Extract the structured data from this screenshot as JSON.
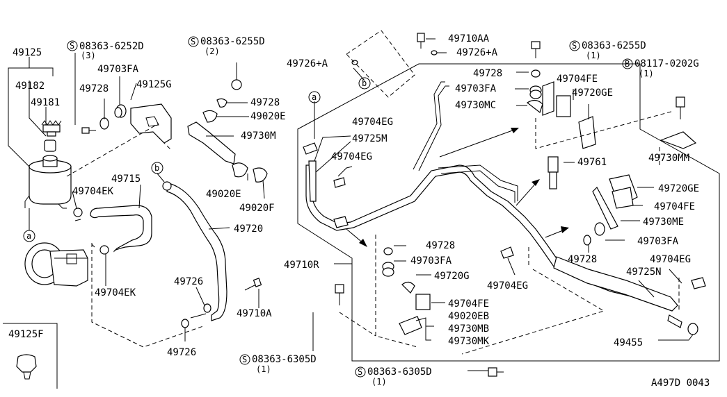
{
  "labels": {
    "p49125": "49125",
    "p49182": "49182",
    "p49181": "49181",
    "s1_num": "08363-6252D",
    "s1_qty": "(3)",
    "p49703FA_a": "49703FA",
    "p49728_a": "49728",
    "p49125G": "49125G",
    "s2_num": "08363-6255D",
    "s2_qty": "(2)",
    "p49728_b": "49728",
    "p49020E_a": "49020E",
    "p49730M": "49730M",
    "p49020E_b": "49020E",
    "p49020F": "49020F",
    "p49715": "49715",
    "p49704EK_a": "49704EK",
    "p49704EK_b": "49704EK",
    "p49720": "49720",
    "p49726_a": "49726",
    "p49710A": "49710A",
    "p49726_b": "49726",
    "p49125F": "49125F",
    "p49726A_a": "49726+A",
    "p49710AA": "49710AA",
    "p49726A_b": "49726+A",
    "s3_num": "08363-6255D",
    "s3_qty": "(1)",
    "p49728_c": "49728",
    "p49703FA_b": "49703FA",
    "p49730MC": "49730MC",
    "p49704FE_a": "49704FE",
    "p49720GE_a": "49720GE",
    "b1_num": "08117-0202G",
    "b1_qty": "(1)",
    "p49704EG_a": "49704EG",
    "p49725M": "49725M",
    "p49704EG_b": "49704EG",
    "p49761": "49761",
    "p49730MM": "49730MM",
    "p49720GE_b": "49720GE",
    "p49704FE_b": "49704FE",
    "p49730ME": "49730ME",
    "p49703FA_c": "49703FA",
    "p49728_d": "49728",
    "p49710R": "49710R",
    "p49728_e": "49728",
    "p49703FA_d": "49703FA",
    "p49720G": "49720G",
    "p49704EG_c": "49704EG",
    "p49725N": "49725N",
    "p49704EG_d": "49704EG",
    "p49704FE_c": "49704FE",
    "p49020EB": "49020EB",
    "p49730MB": "49730MB",
    "p49730MK": "49730MK",
    "p49455": "49455",
    "s4_num": "08363-6305D",
    "s4_qty": "(1)",
    "s5_num": "08363-6305D",
    "s5_qty": "(1)",
    "ref_a1": "a",
    "ref_a2": "a",
    "ref_b1": "b",
    "ref_b2": "b",
    "code": "A497D 0043"
  },
  "symbols": {
    "screw": "S",
    "bolt": "B"
  }
}
